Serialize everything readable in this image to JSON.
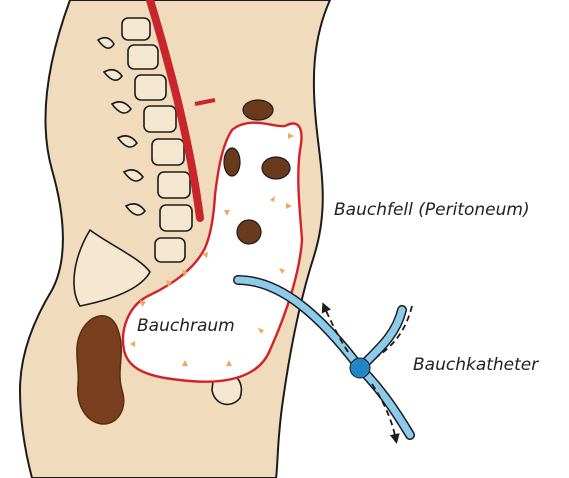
{
  "labels": {
    "peritoneum": "Bauchfell (Peritoneum)",
    "cavity": "Bauchraum",
    "catheter": "Bauchkatheter"
  },
  "colors": {
    "skin": "#f0dcbc",
    "outline": "#1c1c1c",
    "vessel": "#c8262b",
    "peritoneum_line": "#d3222a",
    "cavity_fill": "#ffffff",
    "bowel_dark": "#6a3a1c",
    "bowel_light": "#b36a3a",
    "catheter": "#8cccea",
    "catheter_cuff": "#1e87c4",
    "arrows": "#f0a85a",
    "flow_arrows": "#1c1c1c"
  }
}
